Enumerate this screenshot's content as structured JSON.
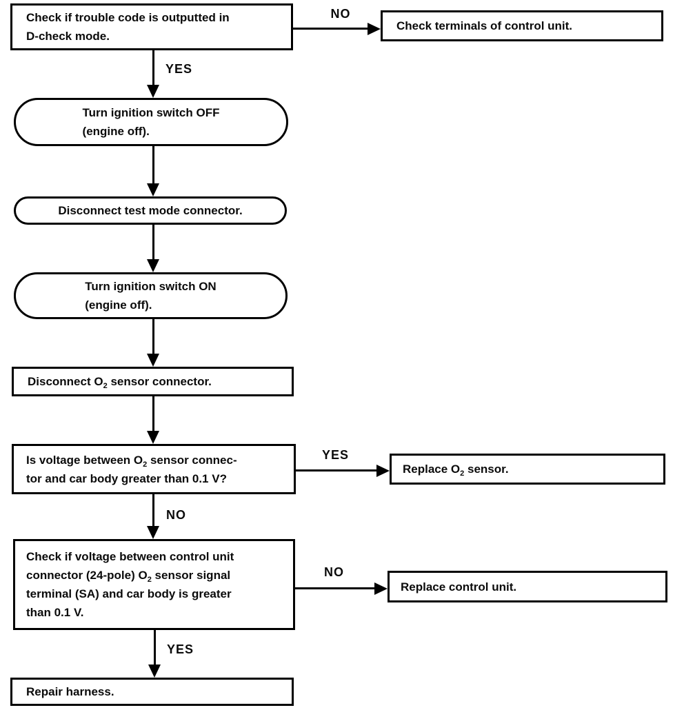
{
  "colors": {
    "line": "#000000",
    "background": "#ffffff",
    "text": "#0b0b0b"
  },
  "nodes": {
    "start": {
      "line1": "Check if trouble code is outputted in",
      "line2": "D-check mode."
    },
    "check_terminals": {
      "text": "Check terminals of control unit."
    },
    "ignition_off": {
      "line1": "Turn ignition switch OFF",
      "line2": "(engine off)."
    },
    "disconnect_test_mode": {
      "text": "Disconnect test mode connector."
    },
    "ignition_on": {
      "line1": "Turn ignition switch ON",
      "line2": "(engine off)."
    },
    "disconnect_o2": {
      "pre": "Disconnect O",
      "sub": "2",
      "post": " sensor connector."
    },
    "voltage_o2": {
      "line1_pre": "Is voltage between O",
      "line1_sub": "2",
      "line1_post": " sensor connec-",
      "line2": "tor and car body greater than 0.1 V?"
    },
    "replace_o2": {
      "pre": "Replace O",
      "sub": "2",
      "post": " sensor."
    },
    "check_control_unit": {
      "line1": "Check if voltage between control unit",
      "line2_pre": "connector (24-pole) O",
      "line2_sub": "2",
      "line2_post": " sensor signal",
      "line3": "terminal (SA) and car body is greater",
      "line4": "than 0.1 V."
    },
    "replace_control_unit": {
      "text": "Replace control unit."
    },
    "repair_harness": {
      "text": "Repair harness."
    }
  },
  "labels": {
    "no_top": "NO",
    "yes_top": "YES",
    "yes_mid": "YES",
    "no_mid": "NO",
    "no_right": "NO",
    "yes_bottom": "YES"
  }
}
